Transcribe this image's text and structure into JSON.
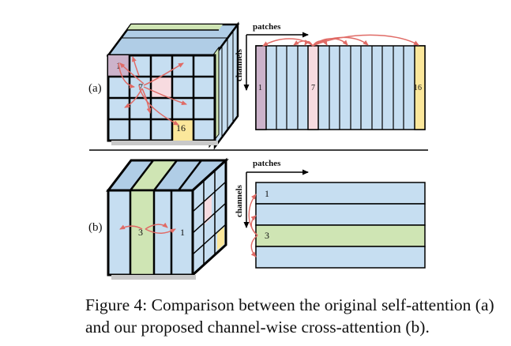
{
  "figure": {
    "panel_a": {
      "label": "(a)",
      "axis_patches": "patches",
      "axis_channels": "channels",
      "cube_labels": [
        "1",
        "7",
        "16"
      ],
      "strip_labels": [
        "1",
        "7",
        "16"
      ]
    },
    "panel_b": {
      "label": "(b)",
      "axis_patches": "patches",
      "axis_channels": "channels",
      "cube_labels": [
        "3",
        "1"
      ],
      "row_labels": [
        "1",
        "3"
      ]
    },
    "colors": {
      "blue": "#c6def1",
      "green": "#cfe5b4",
      "pink": "#f7dbe0",
      "purple": "#ccb3cb",
      "yellow": "#fbe79b",
      "arrow": "#e06b66",
      "side_blue": "#8fb8d8",
      "top_blue": "#b0cde6"
    }
  },
  "caption": {
    "line1": "Figure 4: Comparison between the original self-attention (a)",
    "line2": "and our proposed channel-wise cross-attention (b)."
  }
}
